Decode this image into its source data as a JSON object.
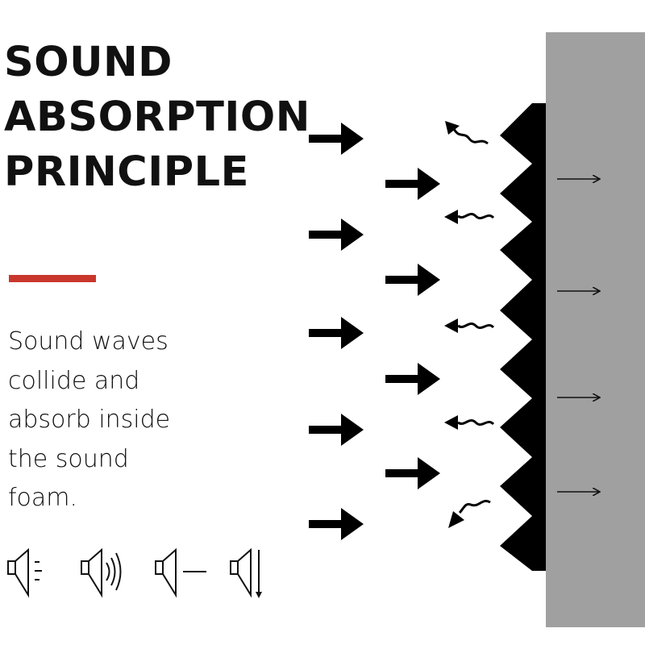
{
  "title": {
    "lines": [
      "SOUND",
      "ABSORPTION",
      "PRINCIPLE"
    ]
  },
  "accent_color": "#c9372c",
  "description": {
    "lines": [
      "Sound waves",
      "collide and",
      "absorb inside",
      "the sound",
      "foam."
    ]
  },
  "diagram": {
    "wall_color": "#a0a0a0",
    "foam_color": "#000000",
    "incoming_arrows": "bold-right-arrow",
    "reflected_waves": "wavy-left-arrow",
    "transmitted_arrows": "thin-right-arrow"
  },
  "legend_icons": [
    "speaker-dashes-icon",
    "speaker-waves-icon",
    "speaker-line-icon",
    "speaker-absorb-icon"
  ]
}
